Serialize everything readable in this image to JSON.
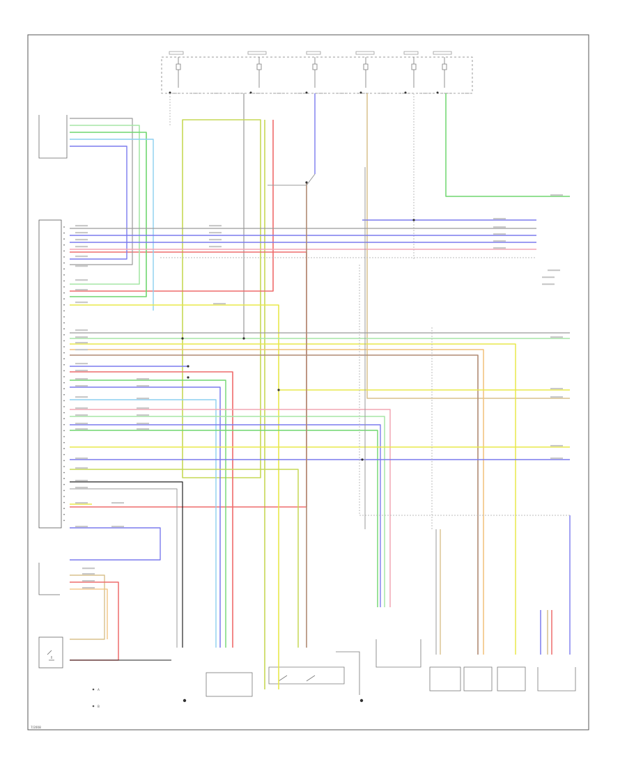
{
  "diagram": {
    "page_code": "7/2008"
  },
  "legend": {
    "note_a": "A",
    "note_b": "B"
  },
  "colors": {
    "yellow": "#e8e84a",
    "yellow_green": "#c6d955",
    "green": "#6fd66f",
    "light_green": "#a6e6a6",
    "blue": "#7a7aee",
    "light_blue": "#8ccff0",
    "red": "#ee6b6b",
    "pink": "#f2a5b3",
    "tan": "#d8c08c",
    "brown": "#b08a73",
    "orange": "#f2c079",
    "gray": "#9a9a9a",
    "black": "#222222",
    "dotted": "#bbbbbb",
    "frame": "#555555"
  }
}
